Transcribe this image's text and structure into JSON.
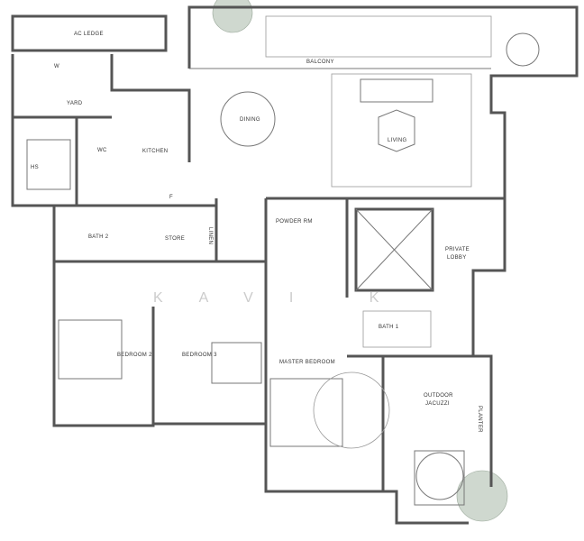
{
  "plan": {
    "rooms": {
      "ac_ledge": "AC LEDGE",
      "balcony": "BALCONY",
      "washer": "W",
      "yard": "YARD",
      "hs": "HS",
      "wc": "WC",
      "kitchen": "KITCHEN",
      "dining": "DINING",
      "living": "LIVING",
      "fridge": "F",
      "bath2": "BATH 2",
      "store": "STORE",
      "linen": "LINEN",
      "powder_rm": "POWDER RM",
      "private": "PRIVATE",
      "lobby": "LOBBY",
      "bedroom2": "BEDROOM 2",
      "bedroom3": "BEDROOM 3",
      "master_bedroom": "MASTER BEDROOM",
      "bath1": "BATH 1",
      "outdoor": "OUTDOOR",
      "jacuzzi": "JACUZZI",
      "planter": "PLANTER"
    },
    "watermark": "KAVI K"
  }
}
